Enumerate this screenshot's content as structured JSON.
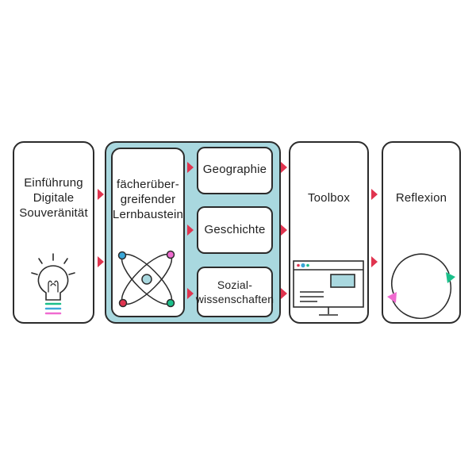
{
  "diagram": {
    "intro": {
      "line1": "Einführung",
      "line2": "Digitale",
      "line3": "Souveränität",
      "icon": "lightbulb-icon"
    },
    "module": {
      "line1": "fächerüber-",
      "line2": "greifender",
      "line3": "Lernbaustein",
      "icon": "atom-icon"
    },
    "subjects": [
      {
        "label": "Geographie"
      },
      {
        "label": "Geschichte"
      },
      {
        "line1": "Sozial-",
        "line2": "wissenschaften"
      }
    ],
    "toolbox": {
      "label": "Toolbox",
      "icon": "browser-window-icon"
    },
    "reflexion": {
      "label": "Reflexion",
      "icon": "cycle-arrows-icon"
    },
    "colors": {
      "teal_panel": "#a9d8df",
      "arrow_red": "#e0344f",
      "pink": "#f06bd0",
      "green": "#1bbf8a",
      "outline": "#2b2b2b"
    }
  }
}
